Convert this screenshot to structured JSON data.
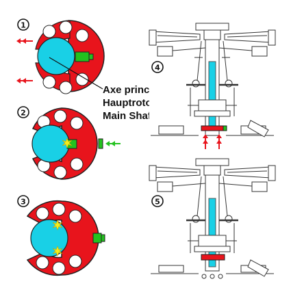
{
  "steps": [
    {
      "number": "1"
    },
    {
      "number": "2"
    },
    {
      "number": "3"
    },
    {
      "number": "4"
    },
    {
      "number": "5"
    }
  ],
  "callout": {
    "line_fr": "Axe principal",
    "line_de": "Hauptrotorwelle",
    "line_en": "Main Shaft"
  },
  "colors": {
    "collar": "#e8141c",
    "shaft": "#19d0e6",
    "screw": "#23c21f",
    "spark": "#f2ee1c",
    "arrow": "#e8141c",
    "green_arrow": "#23c21f",
    "outline": "#222222",
    "drawing": "#333333"
  },
  "icons": [
    "step-number-badge",
    "red-arrow-icon",
    "green-arrow-icon",
    "spark-icon"
  ]
}
